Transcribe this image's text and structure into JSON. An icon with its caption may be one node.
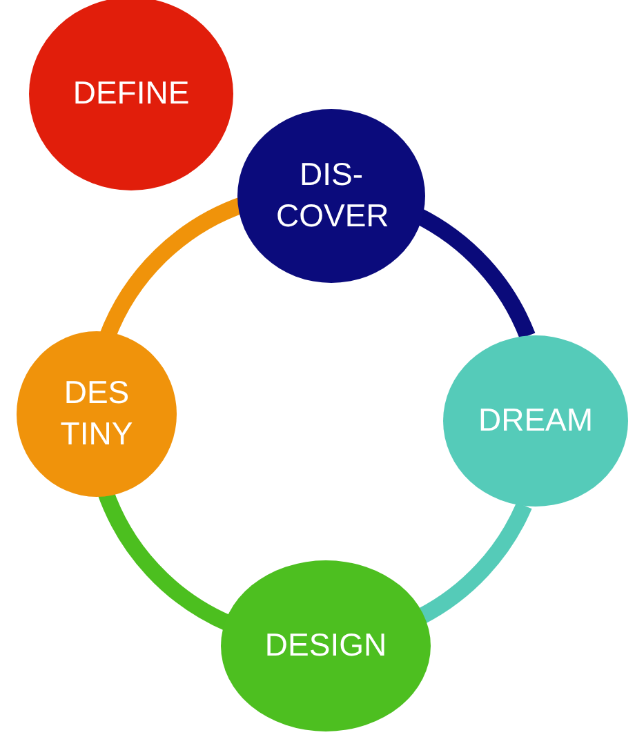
{
  "diagram": {
    "nodes": [
      {
        "text": [
          "DEFINE"
        ]
      },
      {
        "text": [
          "DIS- COVER"
        ]
      },
      {
        "text": [
          "DREAM"
        ]
      },
      {
        "text": [
          "DESIGN"
        ]
      },
      {
        "text": [
          "DES TINY"
        ]
      }
    ],
    "edges": [
      {
        "from": 1,
        "to": 2,
        "arrow": "none",
        "color": "#0a0a7a"
      },
      {
        "from": 2,
        "to": 3,
        "arrow": "none",
        "color": "#55cbb8"
      },
      {
        "from": 3,
        "to": 4,
        "arrow": "none",
        "color": "#4cbf1f"
      },
      {
        "from": 4,
        "to": 1,
        "arrow": "none",
        "color": "#f0930a"
      }
    ]
  }
}
